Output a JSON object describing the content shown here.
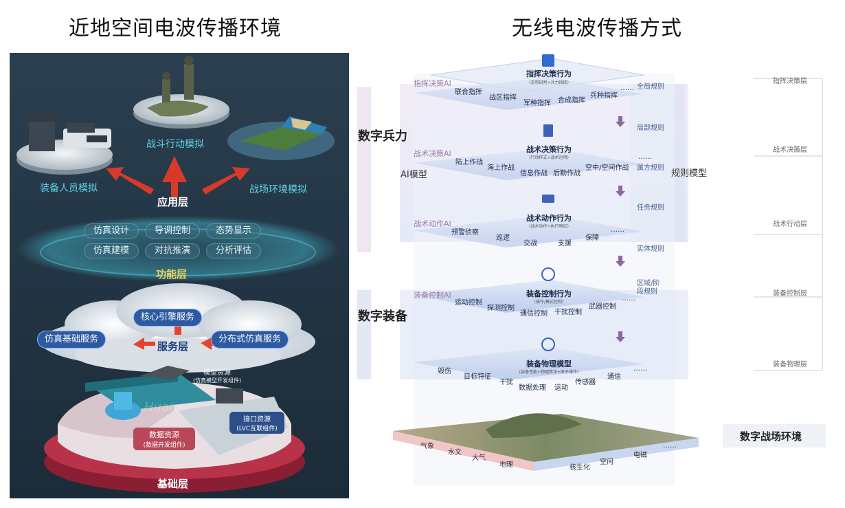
{
  "titles": {
    "left": "近地空间电波传播环境",
    "right": "无线电波传播方式"
  },
  "left": {
    "application_layer": "应用层",
    "app_items": [
      "装备人员模拟",
      "战斗行动模拟",
      "战场环境模拟"
    ],
    "function_layer": "功能层",
    "function_items": [
      "仿真设计",
      "导调控制",
      "态势显示",
      "仿真建模",
      "对抗推演",
      "分析评估"
    ],
    "service_layer": "服务层",
    "service_items": [
      "核心引擎服务",
      "仿真基础服务",
      "分布式仿真服务"
    ],
    "base_layer": "基础层",
    "resources": {
      "model_title": "模型资源",
      "model_sub": "(仿真模型开发组件)",
      "interface_title": "接口资源",
      "interface_sub": "(LVC互联组件)",
      "data_title": "数据资源",
      "data_sub": "(数据开发组件)"
    },
    "watermark": "Huaru"
  },
  "right": {
    "side_labels": {
      "digital_force": "数字兵力",
      "digital_equipment": "数字装备",
      "ai_model": "AI模型",
      "rule_model": "规则模型"
    },
    "lanes": [
      "指挥决策AI",
      "战术决策AI",
      "战术动作AI",
      "装备控制AI"
    ],
    "behaviors": [
      {
        "title": "指挥决策行为",
        "sub": "(态势研判+兵力指挥)",
        "items": [
          "联合指挥",
          "战区指挥",
          "军种指挥",
          "合成指挥",
          "兵种指挥",
          "……"
        ]
      },
      {
        "title": "战术决策行为",
        "sub": "(行动样式+战术运用)",
        "items": [
          "陆上作战",
          "海上作战",
          "信息作战",
          "后勤作战",
          "空中/空间作战",
          "……"
        ]
      },
      {
        "title": "战术动作行为",
        "sub": "(战术动作+执行响应)",
        "items": [
          "预警侦察",
          "巡逻",
          "交战",
          "支援",
          "保障",
          "……"
        ]
      },
      {
        "title": "装备控制行为",
        "sub": "(操作/模式控制)",
        "items": [
          "运动控制",
          "探测控制",
          "通信控制",
          "干扰控制",
          "武器控制",
          "……"
        ]
      },
      {
        "title": "装备物理模型",
        "sub": "(装备性能+物理算法+原子操作)",
        "items": [
          "毁伤",
          "目标特征",
          "干扰",
          "数据处理",
          "运动",
          "传感器",
          "通信",
          "……"
        ]
      }
    ],
    "rules": [
      "全局规则",
      "局部规则",
      "属方规则",
      "任务规则",
      "实体规则",
      "区域/阶段规则"
    ],
    "layers": [
      "指挥决策层",
      "战术决策层",
      "战术行动层",
      "装备控制层",
      "装备物理层"
    ],
    "environment": {
      "title": "数字战场环境",
      "items": [
        "气象",
        "水文",
        "大气",
        "地理",
        "核生化",
        "空间",
        "电磁",
        "……"
      ]
    }
  }
}
